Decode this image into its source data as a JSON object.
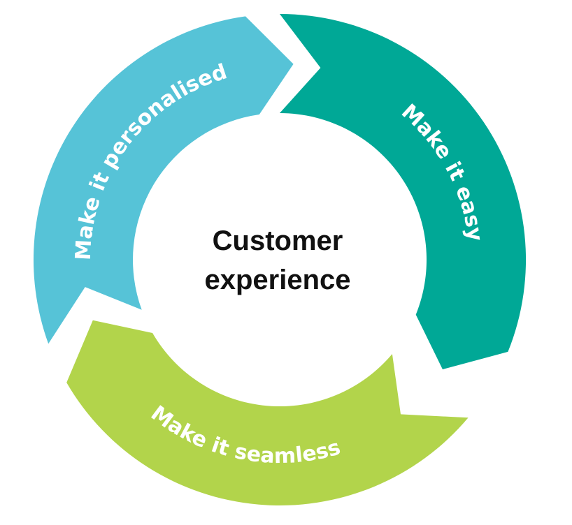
{
  "title": {
    "line1": "Customer",
    "line2": "experience"
  },
  "segments": [
    {
      "label": "Make it personalised",
      "color": "#56c3d7",
      "icon": "cycle-arrow-icon"
    },
    {
      "label": "Make it easy",
      "color": "#00a896",
      "icon": "cycle-arrow-icon"
    },
    {
      "label": "Make it seamless",
      "color": "#b2d44b",
      "icon": "cycle-arrow-icon"
    }
  ]
}
